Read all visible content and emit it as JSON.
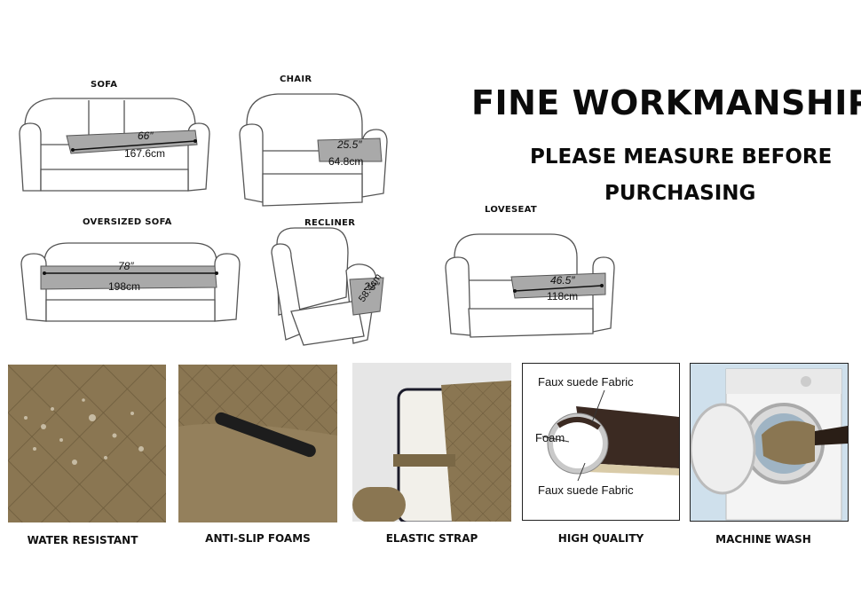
{
  "headline": {
    "title": "FINE WORKMANSHIP",
    "line1": "PLEASE MEASURE BEFORE",
    "line2": "PURCHASING"
  },
  "sofas": {
    "sofa": {
      "label": "SOFA",
      "inch": "66″",
      "cm": "167.6cm"
    },
    "chair": {
      "label": "CHAIR",
      "inch": "25.5″",
      "cm": "64.8cm"
    },
    "oversized": {
      "label": "OVERSIZED SOFA",
      "inch": "78″",
      "cm": "198cm"
    },
    "recliner": {
      "label": "RECLINER",
      "inch": "23″",
      "cm": "58.4cm"
    },
    "loveseat": {
      "label": "LOVESEAT",
      "inch": "46.5″",
      "cm": "118cm"
    }
  },
  "features": [
    {
      "label": "WATER RESISTANT"
    },
    {
      "label": "ANTI-SLIP FOAMS"
    },
    {
      "label": "ELASTIC STRAP"
    },
    {
      "label": "HIGH QUALITY"
    },
    {
      "label": "MACHINE WASH"
    }
  ],
  "quality_diagram": {
    "top_label": "Faux suede Fabric",
    "middle_label": "Foam",
    "bottom_label": "Faux suede Fabric"
  },
  "colors": {
    "fabric": "#8a7652",
    "fabric_dark": "#6d5b3c",
    "cushion_grey": "#a9a9a9"
  }
}
